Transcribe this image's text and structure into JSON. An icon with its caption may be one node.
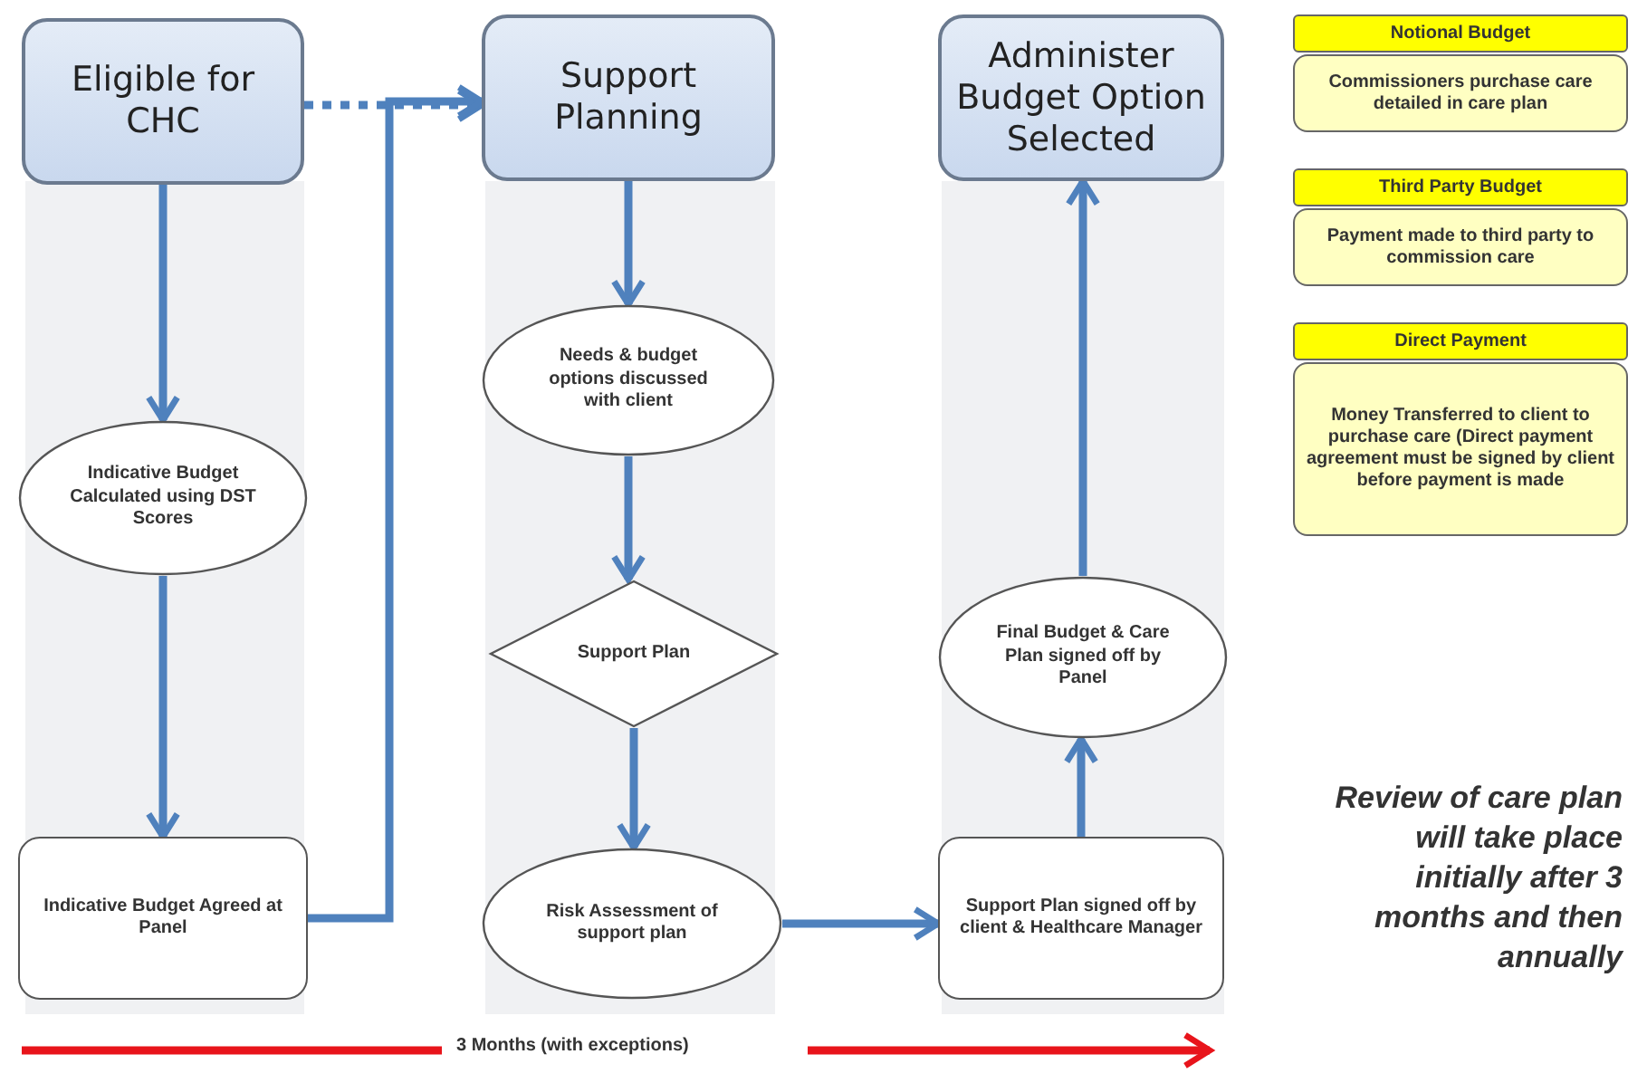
{
  "diagram": {
    "nodes": [
      {
        "text": [
          "Eligible for CHC"
        ]
      },
      {
        "text": [
          "Support Planning"
        ]
      },
      {
        "text": [
          "Administer Budget Option Selected"
        ]
      },
      {
        "text": [
          "Indicative Budget Calculated using DST Scores"
        ]
      },
      {
        "text": [
          "Needs & budget options discussed with client"
        ]
      },
      {
        "text": [
          "Support Plan"
        ]
      },
      {
        "text": [
          "Indicative Budget Agreed at Panel"
        ]
      },
      {
        "text": [
          "Risk Assessment of support plan"
        ]
      },
      {
        "text": [
          "Final Budget & Care Plan signed off by Panel"
        ]
      },
      {
        "text": [
          "Support Plan signed off by client & Healthcare Manager"
        ]
      },
      {
        "text": [
          "Notional Budget"
        ]
      },
      {
        "text": [
          "Commissioners purchase care detailed in care plan"
        ]
      },
      {
        "text": [
          "Third Party Budget"
        ]
      },
      {
        "text": [
          "Payment made to third party to commission care"
        ]
      },
      {
        "text": [
          "Direct Payment"
        ]
      },
      {
        "text": [
          "Money Transferred to client to purchase care (Direct payment agreement must be signed by client before payment is made"
        ]
      }
    ],
    "edges": [
      {
        "from": 0,
        "to": 3,
        "arrow": "to"
      },
      {
        "from": 3,
        "to": 6,
        "arrow": "to"
      },
      {
        "from": 0,
        "to": 1,
        "arrow": "to",
        "style": "dashed"
      },
      {
        "from": 6,
        "to": 1,
        "arrow": "to"
      },
      {
        "from": 1,
        "to": 4,
        "arrow": "to"
      },
      {
        "from": 4,
        "to": 5,
        "arrow": "to"
      },
      {
        "from": 5,
        "to": 7,
        "arrow": "to"
      },
      {
        "from": 7,
        "to": 9,
        "arrow": "to"
      },
      {
        "from": 9,
        "to": 8,
        "arrow": "to"
      },
      {
        "from": 8,
        "to": 2,
        "arrow": "to"
      }
    ],
    "labels": [
      "Review of care plan will take place initially after 3 months and then annually",
      "3 Months (with exceptions)"
    ]
  }
}
